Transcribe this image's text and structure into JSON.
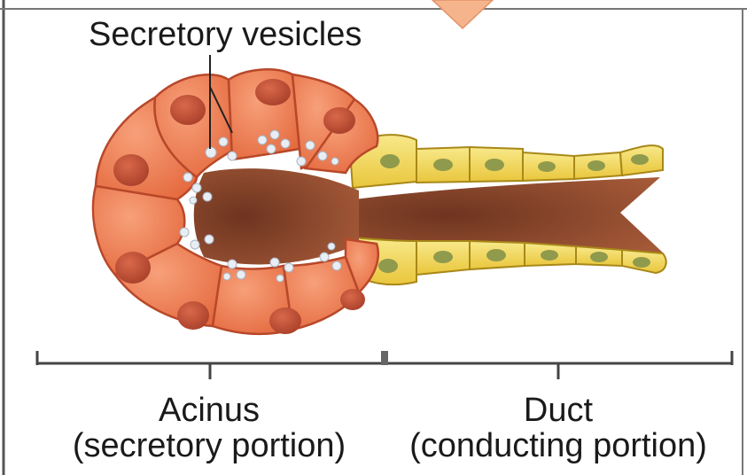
{
  "labels": {
    "secretory_vesicles": "Secretory vesicles",
    "acinus": "Acinus",
    "acinus_sub": "(secretory portion)",
    "duct": "Duct",
    "duct_sub": "(conducting portion)"
  },
  "colors": {
    "acinus_cell": "#ef7f55",
    "acinus_cell_outline": "#b8482a",
    "nucleus": "#c25036",
    "vesicle": "#e8eef4",
    "lumen": "#8c4a2e",
    "duct_cell": "#f2d85a",
    "duct_nucleus": "#8f9a4c",
    "bracket": "#444444",
    "pointer_arrow": "#f6b48c"
  }
}
